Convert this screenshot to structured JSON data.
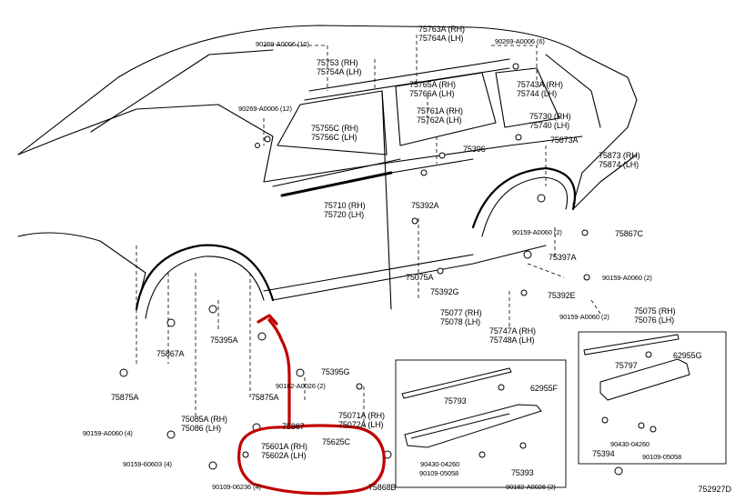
{
  "figure_number": "752927D",
  "highlight_color": "#c00000",
  "labels": {
    "p90269_10": "90269-A0006 (10)",
    "p75763": "75763A (RH)",
    "p75764": "75764A (LH)",
    "p90269_6": "90269-A0006 (6)",
    "p75753": "75753 (RH)",
    "p75754": "75754A (LH)",
    "p75765": "75765A (RH)",
    "p75766": "75766A (LH)",
    "p75743": "75743A (RH)",
    "p75744": "75744 (LH)",
    "p90269_12": "90269-A0006 (12)",
    "p75755": "75755C (RH)",
    "p75756": "75756C (LH)",
    "p75761": "75761A (RH)",
    "p75762": "75762A (LH)",
    "p75730": "75730 (RH)",
    "p75740": "75740 (LH)",
    "p75873a": "75873A",
    "p75396": "75396",
    "p75873": "75873 (RH)",
    "p75874": "75874 (LH)",
    "p75392a": "75392A",
    "p75710": "75710 (RH)",
    "p75720": "75720 (LH)",
    "p90159_2a": "90159-A0060 (2)",
    "p75867c": "75867C",
    "p75397a": "75397A",
    "p75075a": "75075A",
    "p90159_2b": "90159-A0060 (2)",
    "p75392g": "75392G",
    "p75392e": "75392E",
    "p75075": "75075 (RH)",
    "p75076": "75076 (LH)",
    "p75077": "75077 (RH)",
    "p75078": "75078 (LH)",
    "p90159_2c": "90159-A0060 (2)",
    "p75867a": "75867A",
    "p75395a": "75395A",
    "p75747": "75747A (RH)",
    "p75748": "75748A (LH)",
    "p75797": "75797",
    "p62955g": "62955G",
    "p75875a_l": "75875A",
    "p75395g": "75395G",
    "p75875a_r": "75875A",
    "p90182_2a": "90182-A0026 (2)",
    "p75793": "75793",
    "p62955f": "62955F",
    "p75085": "75085A (RH)",
    "p75086": "75086 (LH)",
    "p75867": "75867",
    "p75071": "75071A (RH)",
    "p75072": "75072A (LH)",
    "p90159_4": "90159-A0060 (4)",
    "p75601": "75601A (RH)",
    "p75602": "75602A (LH)",
    "p75625c": "75625C",
    "p90430_2": "90430-04260",
    "p75394": "75394",
    "p90109_05058_b": "90109-05058",
    "p90159_60603": "90159-60603 (4)",
    "p90430_1": "90430-04260",
    "p90109_05058_a": "90109-05058",
    "p75393": "75393",
    "p90109_06236": "90109-06236 (4)",
    "p75868b": "75868B",
    "p90182_2b": "90182-A0026 (2)"
  }
}
